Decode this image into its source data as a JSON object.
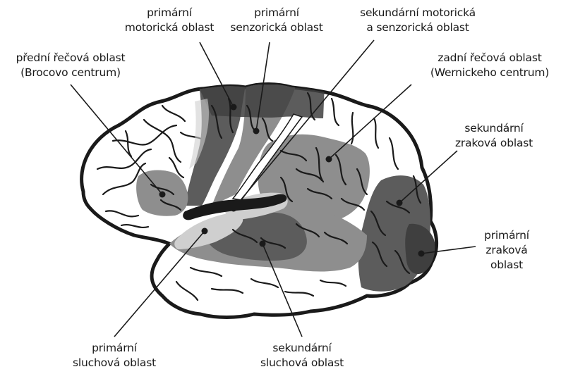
{
  "labels": {
    "primary_motor": [
      "primární",
      "motorická oblast"
    ],
    "primary_sensory": [
      "primární",
      "senzorická oblast"
    ],
    "secondary_motor_sensory": [
      "sekundární motorická",
      "a senzorická oblast"
    ],
    "broca": [
      "přední řečová oblast",
      "(Brocovo centrum)"
    ],
    "wernicke": [
      "zadní řečová oblast",
      "(Wernickeho centrum)"
    ],
    "secondary_visual": [
      "sekundární",
      "zraková oblast"
    ],
    "primary_visual": [
      "primární",
      "zraková",
      "oblast"
    ],
    "primary_auditory": [
      "primární",
      "sluchová oblast"
    ],
    "secondary_auditory": [
      "sekundární",
      "sluchová oblast"
    ]
  },
  "colors": {
    "brain_fill": "#ffffff",
    "outline": "#1a1a1a",
    "light_gray": "#c8c8c8",
    "mid_gray": "#8e8e8e",
    "dark_gray": "#5c5c5c",
    "darkest_gray": "#3f3f3f"
  }
}
